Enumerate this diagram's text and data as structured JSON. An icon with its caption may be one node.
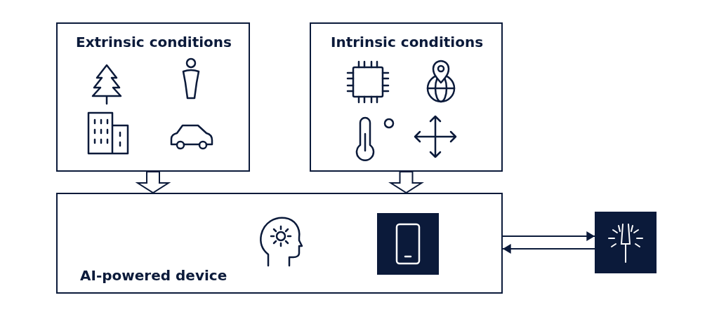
{
  "diagram": {
    "nodes": [
      {
        "text": [
          "Extrinsic conditions"
        ]
      },
      {
        "text": [
          "Intrinsic conditions"
        ]
      },
      {
        "text": [
          "AI-powered device"
        ]
      },
      {
        "text": [],
        "shape": "box"
      }
    ],
    "edges": [
      {
        "from": 0,
        "to": 2,
        "arrow": "to"
      },
      {
        "from": 1,
        "to": 2,
        "arrow": "to"
      },
      {
        "from": 2,
        "to": 3,
        "arrow": "to"
      },
      {
        "from": 3,
        "to": 2,
        "arrow": "to"
      }
    ]
  }
}
